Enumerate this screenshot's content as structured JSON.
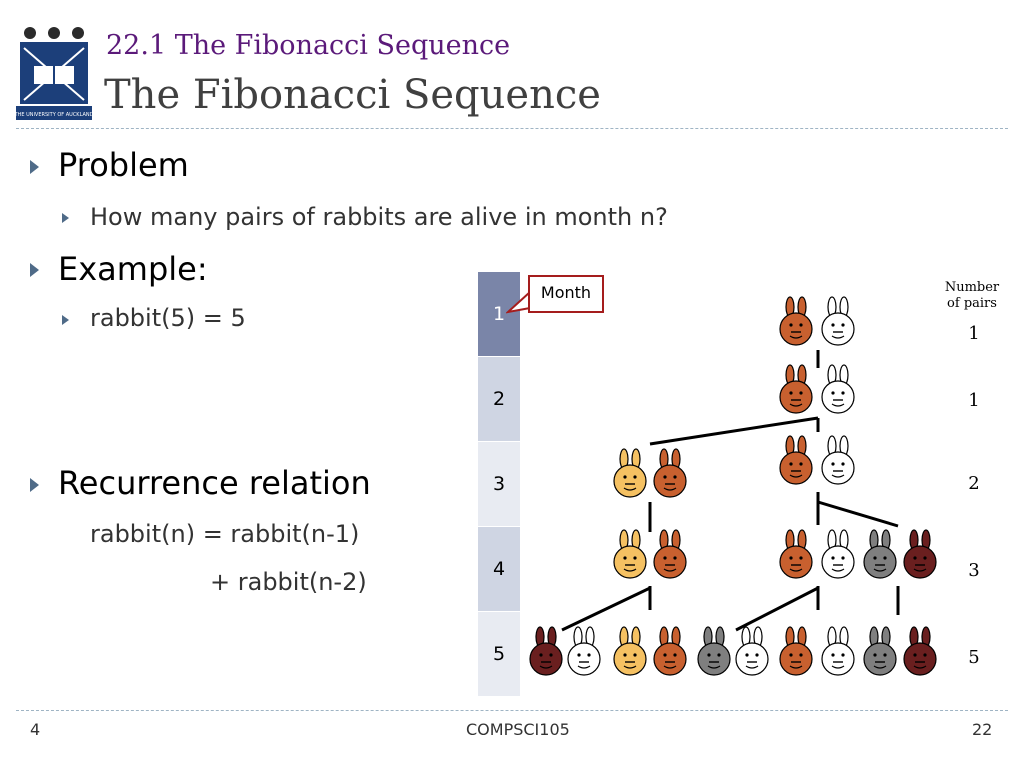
{
  "header": {
    "logo_text": "THE UNIVERSITY OF AUCKLAND NEW ZEALAND",
    "subtitle": "22.1 The Fibonacci Sequence",
    "title": "The Fibonacci Sequence"
  },
  "content": {
    "problem": "Problem",
    "problem_question": "How many pairs of rabbits are alive in month n?",
    "example": "Example:",
    "example_value": "rabbit(5) = 5",
    "recurrence": "Recurrence relation",
    "recurrence_line1": "rabbit(n) = rabbit(n-1)",
    "recurrence_line2": "+ rabbit(n-2)"
  },
  "figure": {
    "months": [
      "1",
      "2",
      "3",
      "4",
      "5"
    ],
    "callout": "Month",
    "pairs_header_line1": "Number",
    "pairs_header_line2": "of pairs",
    "pair_counts": [
      "1",
      "1",
      "2",
      "3",
      "5"
    ],
    "rabbit_colors": {
      "orange": "#c8602f",
      "white": "#ffffff",
      "yellow": "#f5c162",
      "gray": "#7f7f7f",
      "maroon": "#6a1f1f"
    }
  },
  "footer": {
    "page_number": "4",
    "course": "COMPSCI105",
    "slide_number": "22"
  },
  "colors": {
    "subtitle": "#5b1a7a",
    "title": "#404040",
    "bullet": "#4f6b88",
    "month_highlight": "#7a85a8",
    "callout_border": "#a51d1d"
  }
}
